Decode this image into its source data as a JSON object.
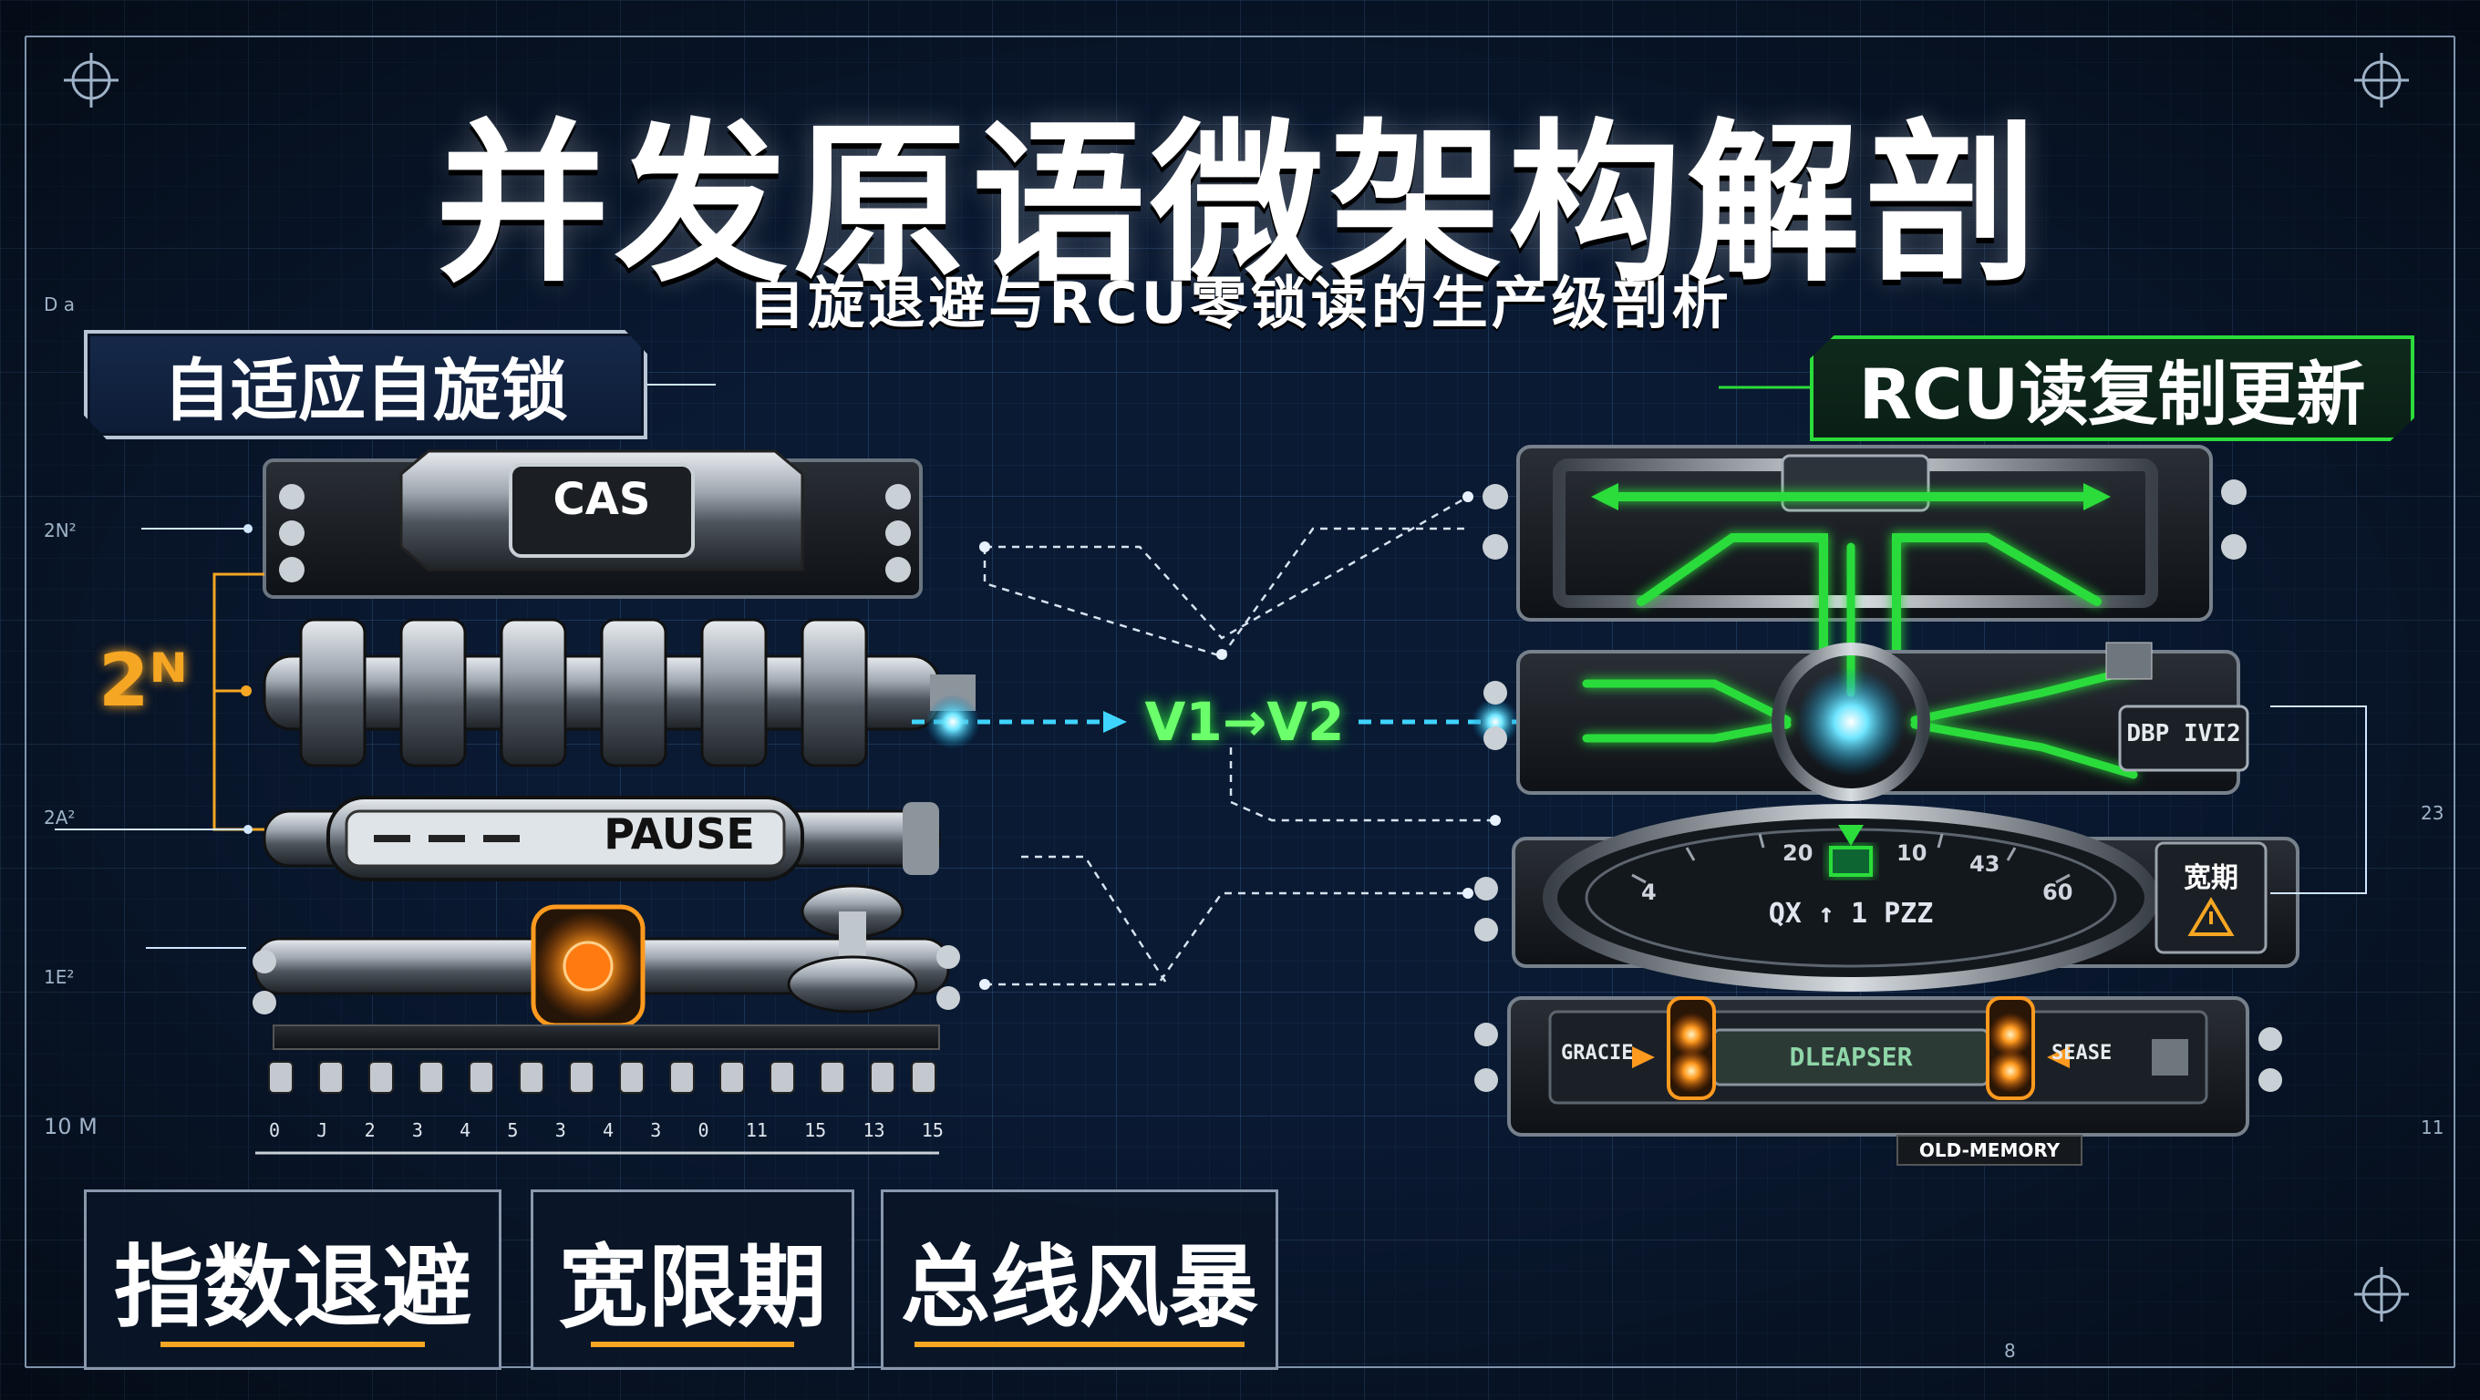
{
  "title": "并发原语微架构解剖",
  "subtitle": "自旋退避与RCU零锁读的生产级剖析",
  "left_panel": {
    "heading": "自适应自旋锁",
    "cas_label": "CAS",
    "pause_label": "PAUSE",
    "backoff_label": "2ᴺ",
    "ruler_ticks": [
      "0",
      "J",
      "2",
      "3",
      "4",
      "5",
      "3",
      "4",
      "3",
      "0",
      "11",
      "15",
      "13",
      "15"
    ]
  },
  "right_panel": {
    "heading": "RCU读复制更新",
    "version_label": "V1→V2",
    "ptr_label": "DBP IVI2",
    "grace_badge": "宽期",
    "dial_readout": "QX ↑ 1 PZZ",
    "dial_ticks": [
      "20",
      "10",
      "43",
      "60",
      "4"
    ],
    "reclaim_left": "GRACIE",
    "reclaim_center": "DLEAPSER",
    "reclaim_right": "SEASE",
    "old_memory": "OLD-MEMORY"
  },
  "margin_labels": [
    "D a",
    "2N²",
    "2A²",
    "1E²",
    "10 M",
    "23",
    "11",
    "8"
  ],
  "tags": [
    "指数退避",
    "宽限期",
    "总线风暴"
  ],
  "colors": {
    "background": "#0a1a33",
    "accent_green": "#2bdc3a",
    "accent_orange": "#f5a623",
    "accent_cyan": "#3fd4ff"
  }
}
